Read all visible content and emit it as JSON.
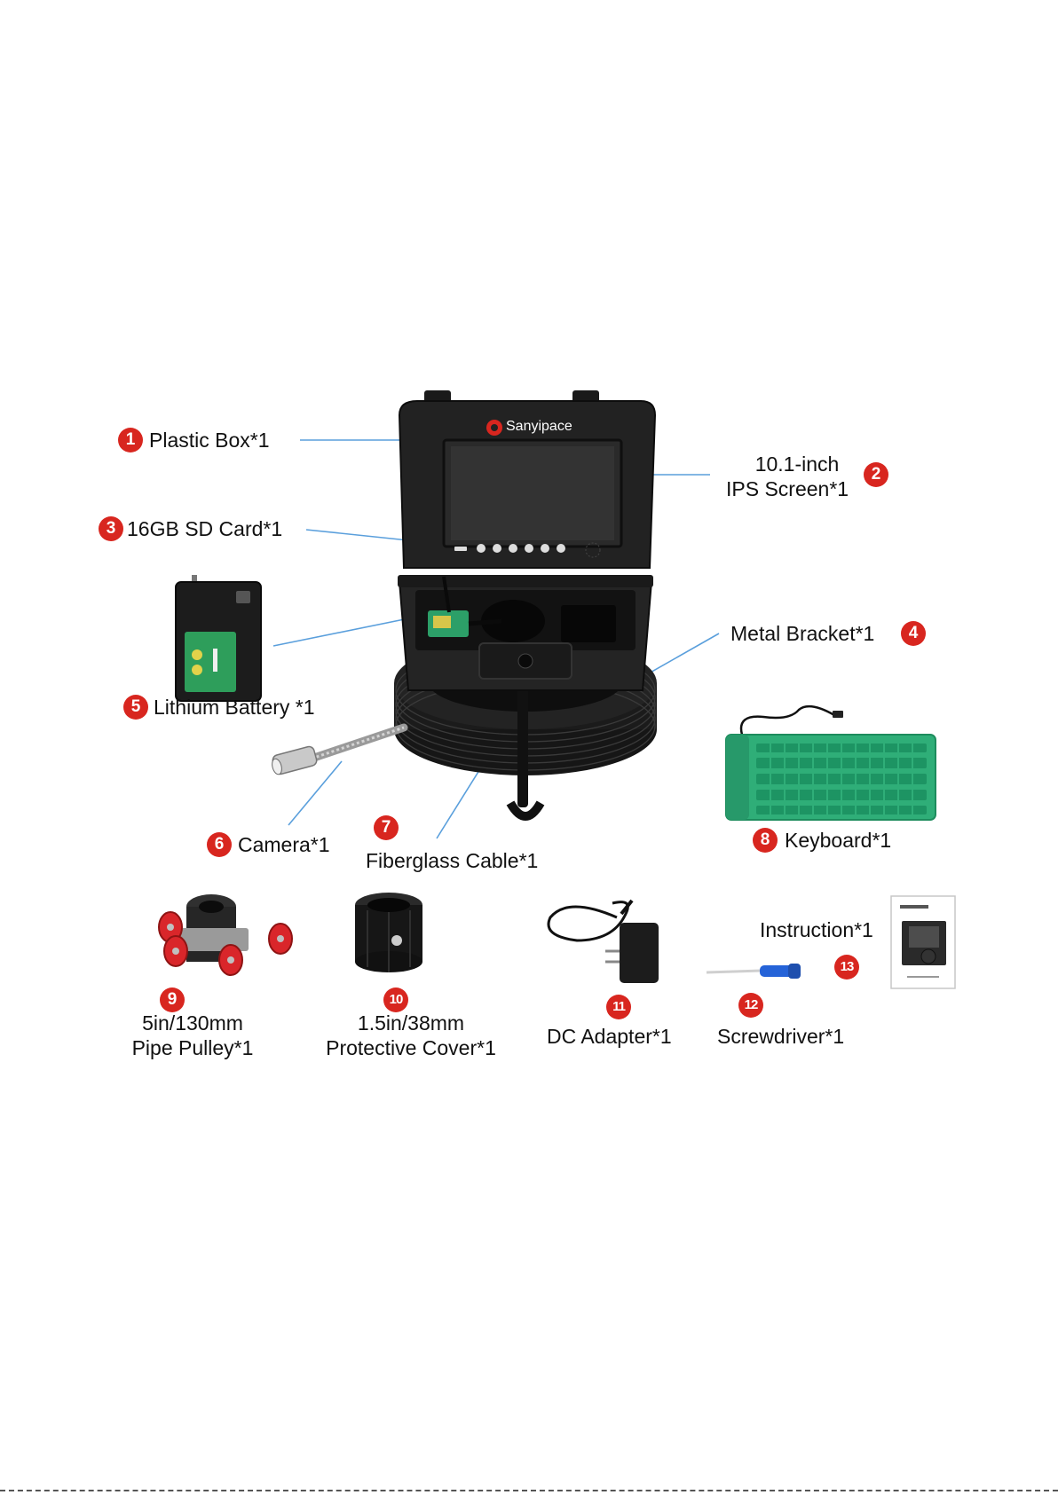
{
  "brand": {
    "name": "Sanyipace"
  },
  "colors": {
    "badge": "#d8261f",
    "leader_line": "#5a9fdc",
    "case": "#1f1f1f",
    "keyboard": "#2fae78",
    "battery_panel": "#2e9e5b",
    "pulley_wheel": "#d9262a"
  },
  "items": [
    {
      "number": "1",
      "label": "Plastic Box*1"
    },
    {
      "number": "2",
      "label_line1": "10.1-inch",
      "label_line2": "IPS Screen*1"
    },
    {
      "number": "3",
      "label": "16GB SD Card*1"
    },
    {
      "number": "4",
      "label": "Metal Bracket*1"
    },
    {
      "number": "5",
      "label": "Lithium Battery *1"
    },
    {
      "number": "6",
      "label": "Camera*1"
    },
    {
      "number": "7",
      "label": "Fiberglass Cable*1"
    },
    {
      "number": "8",
      "label": "Keyboard*1"
    },
    {
      "number": "9",
      "label_line1": "5in/130mm",
      "label_line2": "Pipe Pulley*1"
    },
    {
      "number": "10",
      "label_line1": "1.5in/38mm",
      "label_line2": "Protective Cover*1"
    },
    {
      "number": "11",
      "label": "DC Adapter*1"
    },
    {
      "number": "12",
      "label": "Screwdriver*1"
    },
    {
      "number": "13",
      "label": "Instruction*1"
    }
  ]
}
